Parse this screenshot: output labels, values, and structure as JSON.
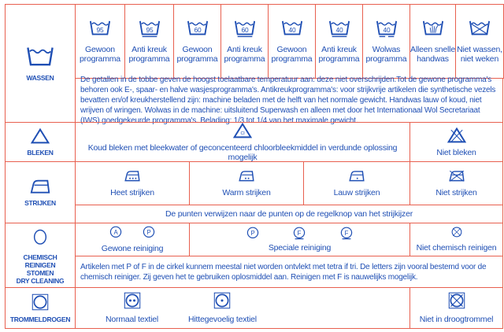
{
  "colors": {
    "line": "#e8604f",
    "text": "#1f4fb4"
  },
  "wassen": {
    "label": "WASSEN",
    "icon": "washtub-icon",
    "symbols": [
      {
        "temp": "95",
        "label": [
          "Gewoon",
          "programma"
        ],
        "bars": 0
      },
      {
        "temp": "95",
        "label": [
          "Anti kreuk",
          "programma"
        ],
        "bars": 1
      },
      {
        "temp": "60",
        "label": [
          "Gewoon",
          "programma"
        ],
        "bars": 0
      },
      {
        "temp": "60",
        "label": [
          "Anti kreuk",
          "programma"
        ],
        "bars": 1
      },
      {
        "temp": "40",
        "label": [
          "Gewoon",
          "programma"
        ],
        "bars": 0
      },
      {
        "temp": "40",
        "label": [
          "Anti kreuk",
          "programma"
        ],
        "bars": 1
      },
      {
        "temp": "40",
        "label": [
          "Wolwas",
          "programma"
        ],
        "bars": 2
      },
      {
        "temp": "",
        "label": [
          "Alleen snelle",
          "handwas"
        ],
        "bars": 0,
        "hand": true
      },
      {
        "temp": "",
        "label": [
          "Niet wassen,",
          "niet weken"
        ],
        "bars": 0,
        "cross": true
      }
    ],
    "note": "De getallen in de tobbe geven de hoogst toelaatbare temperatuur aan: deze niet overschrijden.Tot de gewone programma's behoren ook E-, spaar- en halve wasjesprogramma's. Antikreukprogramma's: voor strijkvrije artikelen die synthetische vezels bevatten en/of kreukherstellend zijn: machine beladen met de helft van het normale gewicht. Handwas lauw of koud, niet wrijven of wringen. Wolwas in de machine: uitsluitend Superwash en alleen met door het Internationaal Wol Secretariaat (IWS) goedgekeurde programma's. Belading: 1/3 tot 1/4 van het maximale gewicht."
  },
  "bleken": {
    "label": "BLEKEN",
    "cl_text": "Cl",
    "allowed": "Koud bleken met bleekwater of geconcenteerd chloorbleekmiddel in verdunde oplossing mogelijk",
    "not": "Niet bleken"
  },
  "strijken": {
    "label": "STRIJKEN",
    "items": [
      {
        "label": "Heet strijken",
        "dots": 3
      },
      {
        "label": "Warm strijken",
        "dots": 2
      },
      {
        "label": "Lauw strijken",
        "dots": 1
      }
    ],
    "not": "Niet strijken",
    "note": "De punten verwijzen naar de punten op de regelknop van het strijkijzer"
  },
  "chemisch": {
    "label": [
      "CHEMISCH",
      "REINIGEN",
      "STOMEN",
      "DRY CLEANING"
    ],
    "gewoon": {
      "letters": [
        "A",
        "P"
      ],
      "label": "Gewone reiniging"
    },
    "speciaal": {
      "letters": [
        "P",
        "F",
        "F"
      ],
      "label": "Speciale reiniging"
    },
    "not": "Niet chemisch reinigen",
    "note": "Artikelen met P of F in de cirkel kunnem meestal niet worden ontvlekt met tetra if tri. De letters zijn vooral bestemd voor de chemisch reiniger. Zij geven het te gebruiken oplosmiddel aan. Reinigen met F is nauwelijks mogelijk."
  },
  "trommel": {
    "label": "TROMMELDROGEN",
    "items": [
      {
        "label": "Normaal textiel",
        "dots": 2
      },
      {
        "label": "Hittegevoelig textiel",
        "dots": 1
      }
    ],
    "not": "Niet in droogtrommel"
  }
}
